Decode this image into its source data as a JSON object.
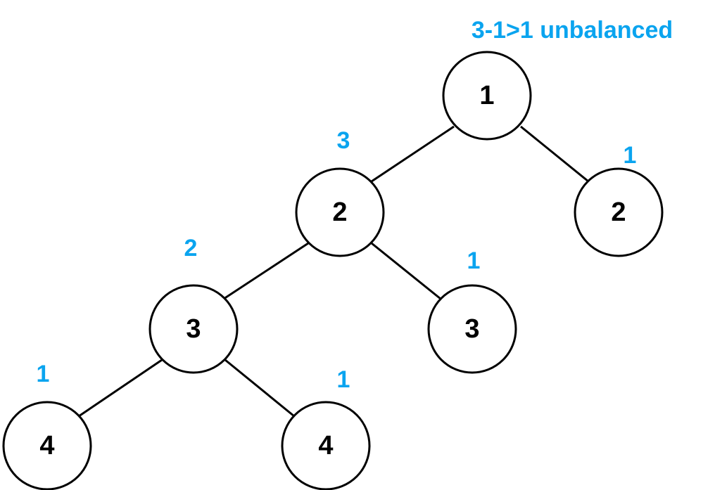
{
  "annotation": "3-1>1 unbalanced",
  "colors": {
    "height_label": "#0aa4ef",
    "node_stroke": "#000000",
    "edge": "#000000"
  },
  "tree": {
    "nodes": [
      {
        "id": "n1",
        "value": "1",
        "height": "",
        "parent": null
      },
      {
        "id": "n2a",
        "value": "2",
        "height": "3",
        "parent": "n1"
      },
      {
        "id": "n2b",
        "value": "2",
        "height": "1",
        "parent": "n1"
      },
      {
        "id": "n3a",
        "value": "3",
        "height": "2",
        "parent": "n2a"
      },
      {
        "id": "n3b",
        "value": "3",
        "height": "1",
        "parent": "n2a"
      },
      {
        "id": "n4a",
        "value": "4",
        "height": "1",
        "parent": "n3a"
      },
      {
        "id": "n4b",
        "value": "4",
        "height": "1",
        "parent": "n3a"
      }
    ]
  }
}
